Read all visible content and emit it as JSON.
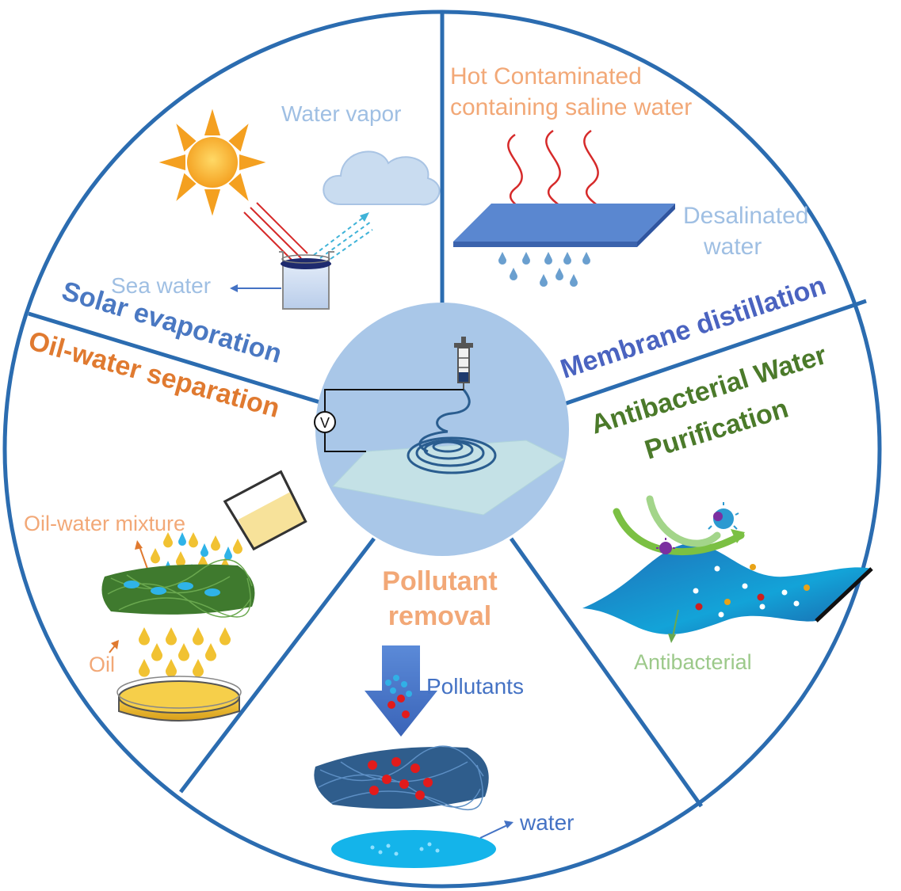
{
  "colors": {
    "ring": "#2b6cb0",
    "label_blue": "#4a78c2",
    "label_orange": "#e07a30",
    "label_green": "#4b7a2a",
    "label_peach": "#f2a877",
    "label_lightblue": "#9fbfe3",
    "label_lightgreen": "#9cc98a",
    "hub": "#a9c7e8",
    "membrane": "#5a87d0",
    "drop_blue": "#6a9fcf",
    "drop_yellow": "#f1c232",
    "arrow_blue": "#4472c4"
  },
  "sections": {
    "solar": {
      "title": "Solar evaporation",
      "water_vapor": "Water vapor",
      "sea_water": "Sea water"
    },
    "membrane": {
      "title": "Membrane distillation",
      "hot_line1": "Hot Contaminated",
      "hot_line2": "containing saline water",
      "desal_line1": "Desalinated",
      "desal_line2": "water"
    },
    "oil": {
      "title": "Oil-water separation",
      "mixture": "Oil-water mixture",
      "oil": "Oil"
    },
    "antibacterial": {
      "title_line1": "Antibacterial Water",
      "title_line2": "Purification",
      "label": "Antibacterial"
    },
    "pollutant": {
      "title_line1": "Pollutant",
      "title_line2": "removal",
      "pollutants": "Pollutants",
      "water": "water"
    },
    "hub": {
      "voltmeter": "V"
    }
  },
  "icons": [
    "sun-icon",
    "cloud-icon",
    "beaker-icon",
    "syringe-icon",
    "voltmeter-icon",
    "bacteria-icon",
    "petri-dish-icon",
    "down-arrow-icon"
  ]
}
